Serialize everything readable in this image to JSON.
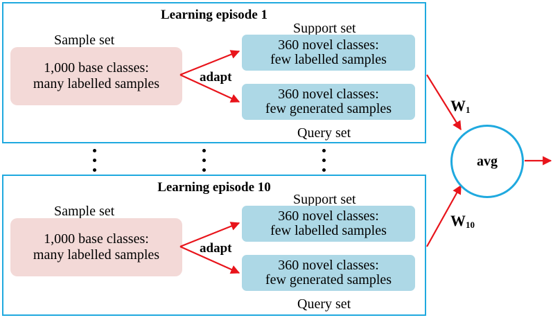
{
  "episodes": [
    {
      "title": "Learning episode 1",
      "sample_set_label": "Sample set",
      "sample_box": [
        "1,000 base classes:",
        "many labelled samples"
      ],
      "support_set_label": "Support set",
      "support_box": [
        "360 novel classes:",
        "few labelled samples"
      ],
      "query_box": [
        "360 novel classes:",
        "few generated samples"
      ],
      "query_set_label": "Query set",
      "adapt_label": "adapt"
    },
    {
      "title": "Learning episode 10",
      "sample_set_label": "Sample set",
      "sample_box": [
        "1,000 base classes:",
        "many labelled samples"
      ],
      "support_set_label": "Support set",
      "support_box": [
        "360 novel classes:",
        "few labelled samples"
      ],
      "query_box": [
        "360 novel classes:",
        "few generated samples"
      ],
      "query_set_label": "Query set",
      "adapt_label": "adapt"
    }
  ],
  "aggregator": {
    "label": "avg",
    "weights": [
      {
        "symbol": "W",
        "subscript": "1"
      },
      {
        "symbol": "W",
        "subscript": "10"
      }
    ]
  },
  "colors": {
    "episode_border": "#1fa9df",
    "sample_fill": "#f3d9d7",
    "novel_fill": "#add8e6",
    "arrow": "#e8141b"
  }
}
